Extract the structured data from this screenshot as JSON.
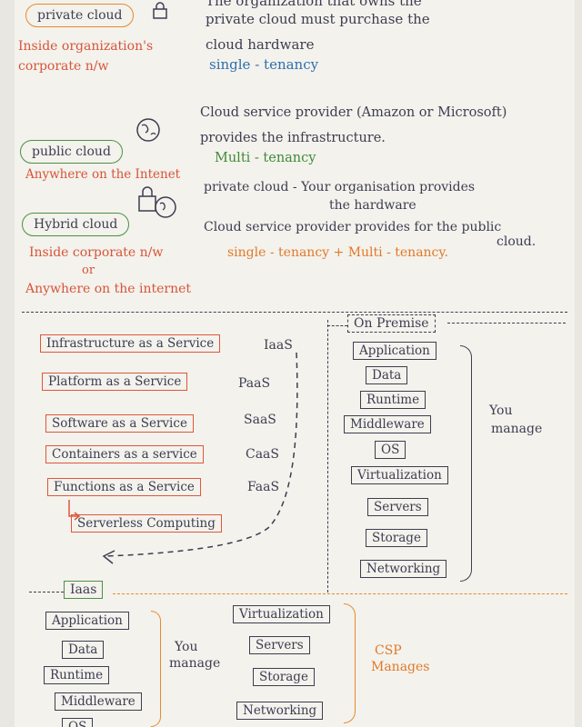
{
  "private_cloud": {
    "label": "private cloud",
    "location": "Inside organization's corporate n/w",
    "desc_line1": "The organization that owns the",
    "desc_line2": "private cloud must purchase the",
    "desc_line3": "cloud hardware",
    "tenancy": "single - tenancy"
  },
  "public_cloud": {
    "label": "public cloud",
    "location": "Anywhere on the Intenet",
    "desc_line1": "Cloud service provider (Amazon or Microsoft)",
    "desc_line2": "provides the infrastructure.",
    "tenancy": "Multi - tenancy"
  },
  "hybrid_cloud": {
    "label": "Hybrid cloud",
    "location_line1": "Inside corporate n/w",
    "location_or": "or",
    "location_line2": "Anywhere on the internet",
    "desc_line1": "private cloud - Your organisation provides",
    "desc_line2": "the hardware",
    "desc_line3": "Cloud service provider provides for the public",
    "desc_line3b": "cloud.",
    "tenancy": "single - tenancy + Multi - tenancy."
  },
  "services": [
    {
      "name": "Infrastructure as a Service",
      "abbr": "IaaS"
    },
    {
      "name": "Platform as a Service",
      "abbr": "PaaS"
    },
    {
      "name": "Software as a Service",
      "abbr": "SaaS"
    },
    {
      "name": "Containers as a service",
      "abbr": "CaaS"
    },
    {
      "name": "Functions as a Service",
      "abbr": "FaaS"
    }
  ],
  "serverless": "Serverless Computing",
  "on_premise": {
    "title": "On Premise",
    "layers": [
      "Application",
      "Data",
      "Runtime",
      "Middleware",
      "OS",
      "Virtualization",
      "Servers",
      "Storage",
      "Networking"
    ],
    "you_manage_line1": "You",
    "you_manage_line2": "manage"
  },
  "iaas": {
    "title": "Iaas",
    "you_layers": [
      "Application",
      "Data",
      "Runtime",
      "Middleware",
      "OS"
    ],
    "csp_layers": [
      "Virtualization",
      "Servers",
      "Storage",
      "Networking"
    ],
    "you_manage_line1": "You",
    "you_manage_line2": "manage",
    "csp_line1": "CSP",
    "csp_line2": "Manages"
  }
}
